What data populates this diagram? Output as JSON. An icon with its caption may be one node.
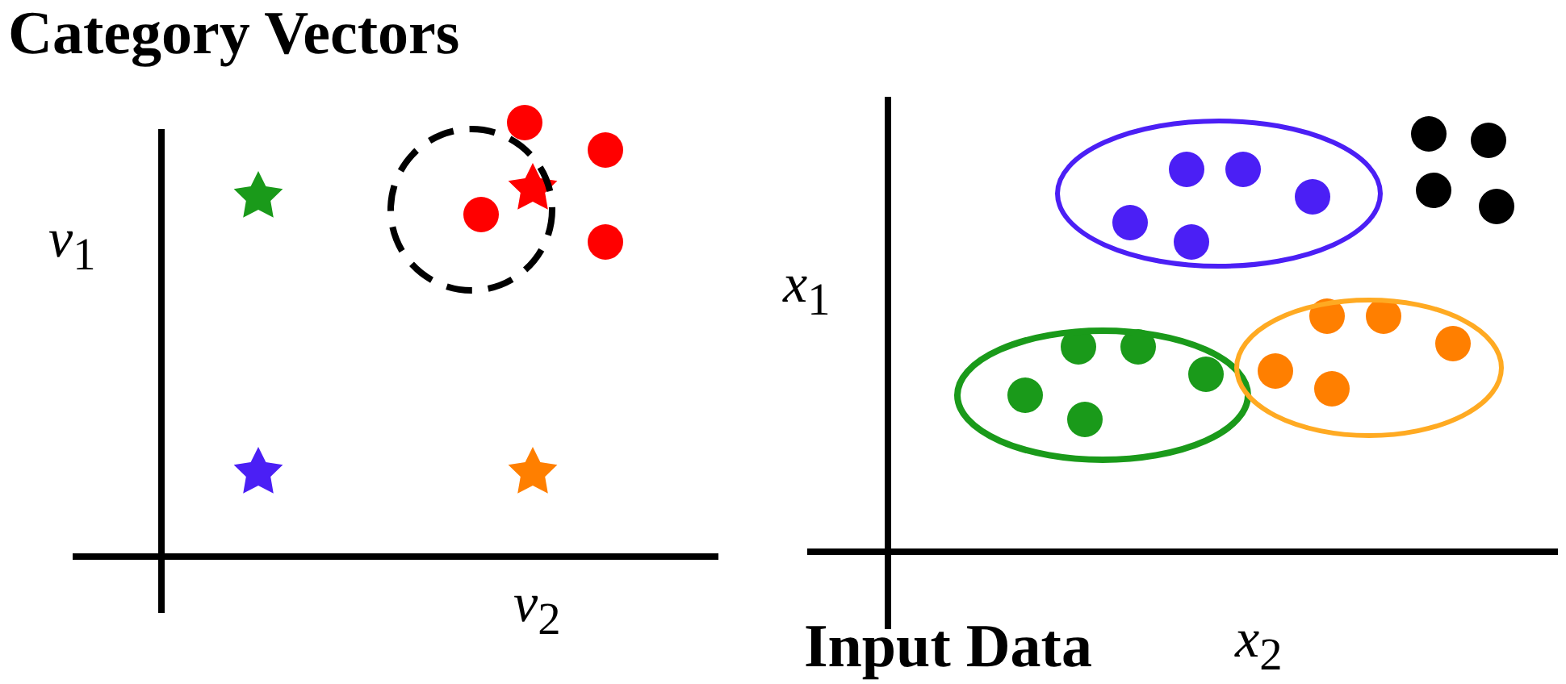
{
  "diagram": {
    "labels": [
      "Category Vectors",
      "*v*$_{1}$",
      "*v*$_{2}$",
      "*x*$_{1}$",
      "*x*$_{2}$",
      "Input Data"
    ]
  }
}
